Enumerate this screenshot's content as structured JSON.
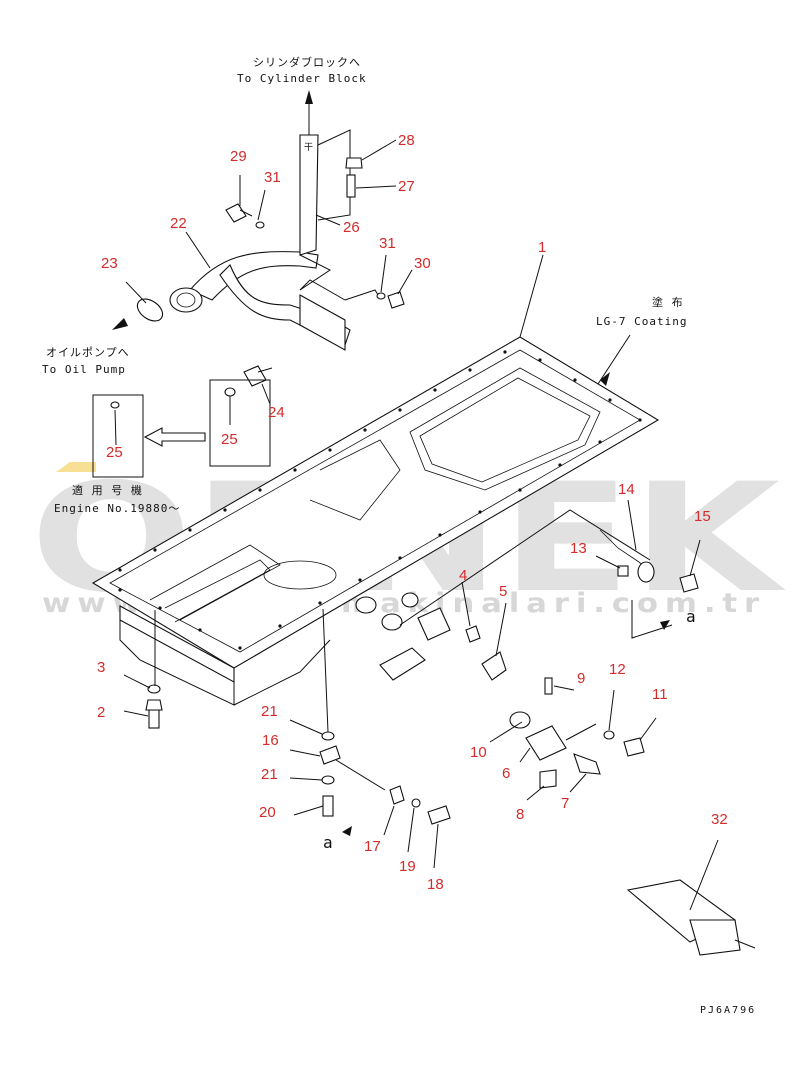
{
  "labels": {
    "to_cylinder_block_jp": "シリンダブロックへ",
    "to_cylinder_block_en": "To Cylinder Block",
    "to_oil_pump_jp": "オイルポンプへ",
    "to_oil_pump_en": "To Oil Pump",
    "coating_jp": "塗 布",
    "coating_en": "LG-7 Coating",
    "applicable_jp": "適 用 号 機",
    "engine_no": "Engine No.19880～",
    "arrow_a_1": "a",
    "arrow_a_2": "a",
    "drawing_code": "PJ6A796"
  },
  "watermark": {
    "brand": "ORNEK",
    "url": "www.ornekismakinalari.com.tr"
  },
  "callouts": [
    "1",
    "2",
    "3",
    "4",
    "5",
    "6",
    "7",
    "8",
    "9",
    "10",
    "11",
    "12",
    "13",
    "14",
    "15",
    "16",
    "17",
    "18",
    "19",
    "20",
    "21",
    "21",
    "22",
    "23",
    "24",
    "25",
    "25",
    "26",
    "27",
    "28",
    "29",
    "30",
    "31",
    "31",
    "32"
  ],
  "colors": {
    "callout": "#d52b2b",
    "line": "#111111",
    "watermark": "#c9c9c9"
  }
}
